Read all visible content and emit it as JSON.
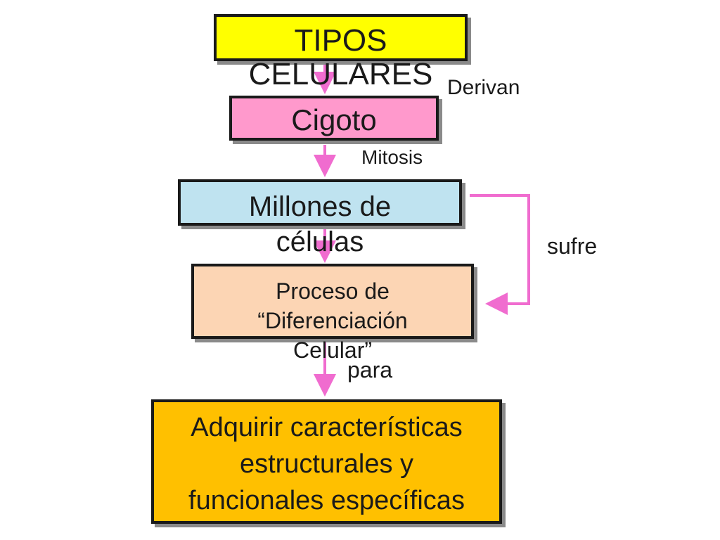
{
  "nodes": {
    "tipos": {
      "lines": [
        "TIPOS",
        "CELULARES"
      ]
    },
    "cigoto": {
      "lines": [
        "Cigoto"
      ]
    },
    "millones": {
      "lines": [
        "Millones de",
        "células"
      ]
    },
    "proceso": {
      "lines": [
        "Proceso de",
        "“Diferenciación",
        "Celular”"
      ]
    },
    "adquirir": {
      "lines": [
        "Adquirir características",
        "estructurales y",
        "funcionales específicas"
      ]
    }
  },
  "labels": {
    "derivan": "Derivan",
    "mitosis": "Mitosis",
    "sufre": "sufre",
    "para": "para"
  },
  "colors": {
    "tipos_fill": "#ffff00",
    "cigoto_fill": "#ff99cc",
    "millones_fill": "#bfe3f0",
    "proceso_fill": "#fcd5b4",
    "adquirir_fill": "#ffc000",
    "arrow": "#f06ccf"
  }
}
